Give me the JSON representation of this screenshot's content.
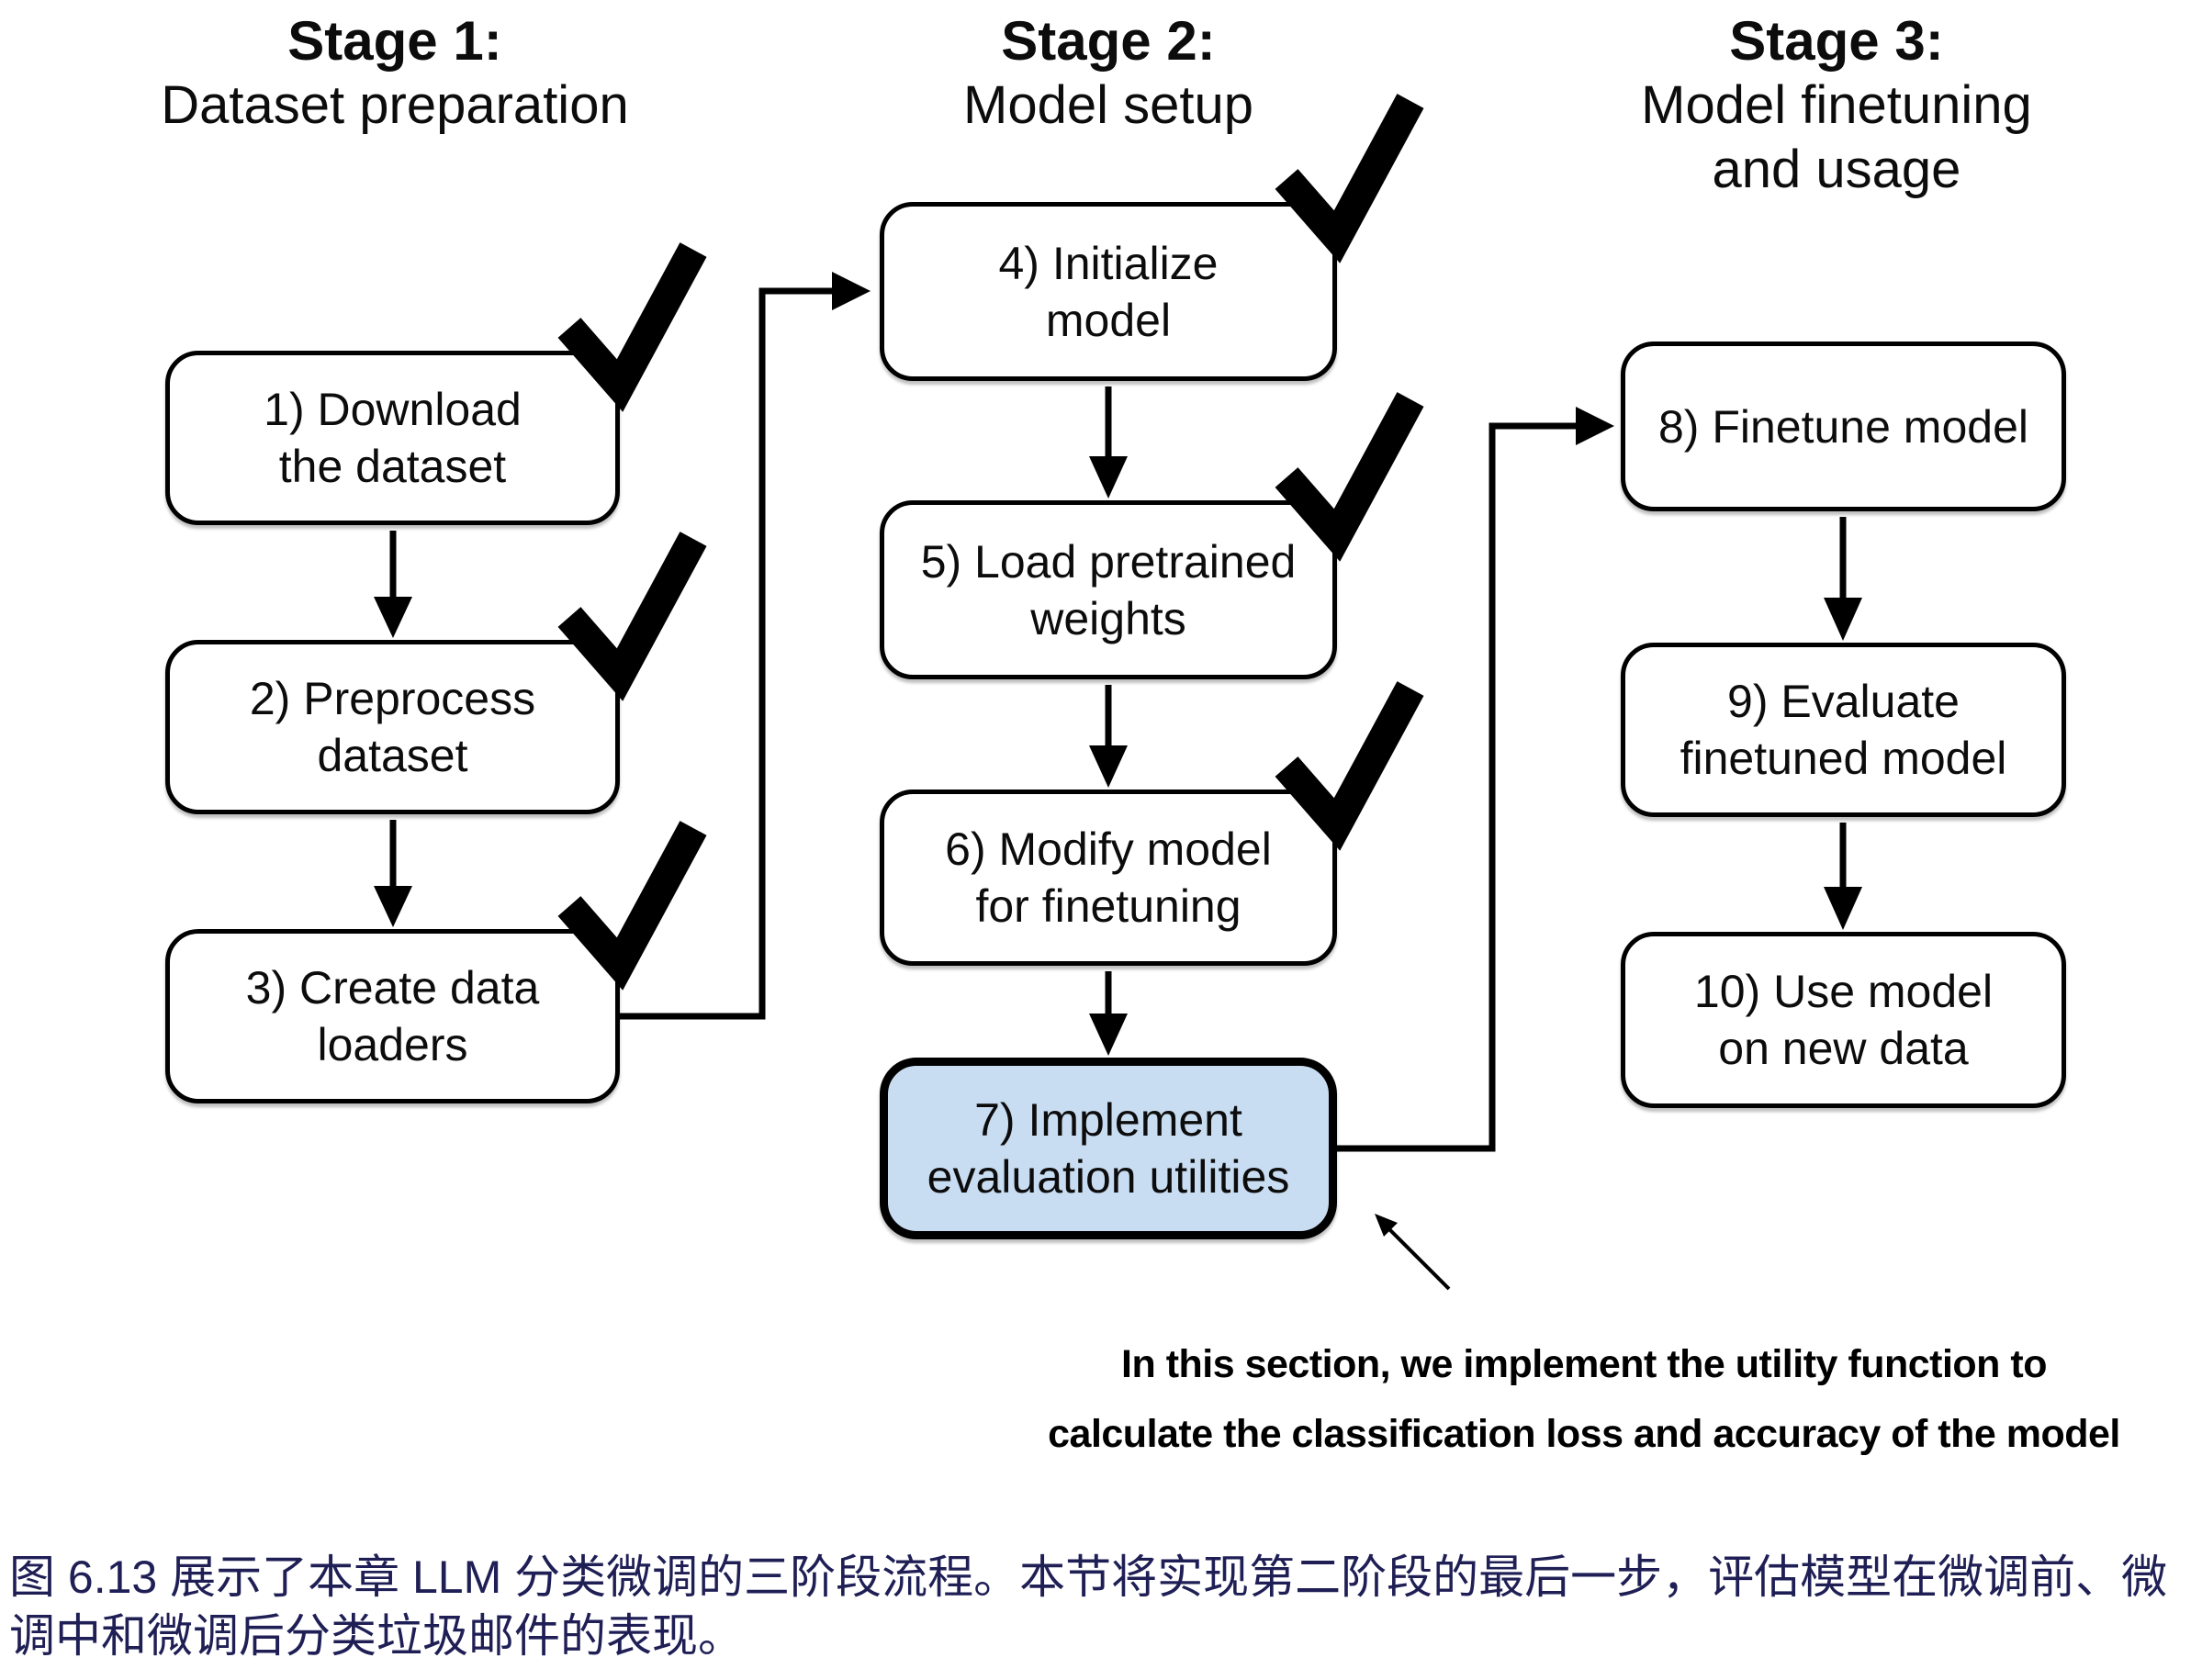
{
  "figure": {
    "stages": [
      {
        "title": "Stage 1:",
        "subtitle_line1": "Dataset preparation",
        "subtitle_line2": ""
      },
      {
        "title": "Stage 2:",
        "subtitle_line1": "Model setup",
        "subtitle_line2": ""
      },
      {
        "title": "Stage 3:",
        "subtitle_line1": "Model finetuning",
        "subtitle_line2": "and usage"
      }
    ],
    "boxes": [
      {
        "id": 1,
        "line1": "1) Download",
        "line2": "the dataset",
        "checked": true,
        "highlighted": false
      },
      {
        "id": 2,
        "line1": "2) Preprocess",
        "line2": "dataset",
        "checked": true,
        "highlighted": false
      },
      {
        "id": 3,
        "line1": "3) Create data",
        "line2": "loaders",
        "checked": true,
        "highlighted": false
      },
      {
        "id": 4,
        "line1": "4) Initialize",
        "line2": "model",
        "checked": true,
        "highlighted": false
      },
      {
        "id": 5,
        "line1": "5) Load pretrained",
        "line2": "weights",
        "checked": true,
        "highlighted": false
      },
      {
        "id": 6,
        "line1": "6) Modify model",
        "line2": "for finetuning",
        "checked": true,
        "highlighted": false
      },
      {
        "id": 7,
        "line1": "7) Implement",
        "line2": "evaluation utilities",
        "checked": false,
        "highlighted": true
      },
      {
        "id": 8,
        "line1": "8) Finetune model",
        "line2": "",
        "checked": false,
        "highlighted": false
      },
      {
        "id": 9,
        "line1": "9) Evaluate",
        "line2": "finetuned model",
        "checked": false,
        "highlighted": false
      },
      {
        "id": 10,
        "line1": "10) Use model",
        "line2": "on new data",
        "checked": false,
        "highlighted": false
      }
    ],
    "annotation": {
      "line1": "In this section, we implement the utility function to",
      "line2": "calculate the classification loss and accuracy of the model"
    }
  },
  "caption": {
    "line1": "图 6.13 展示了本章 LLM 分类微调的三阶段流程。本节将实现第二阶段的最后一步，评估模型在微调前、微",
    "line2": "调中和微调后分类垃圾邮件的表现。"
  },
  "colors": {
    "highlight_fill": "#c9ddf2",
    "box_fill": "#ffffff",
    "line_color": "#000000",
    "caption_color": "#1f1f56"
  }
}
